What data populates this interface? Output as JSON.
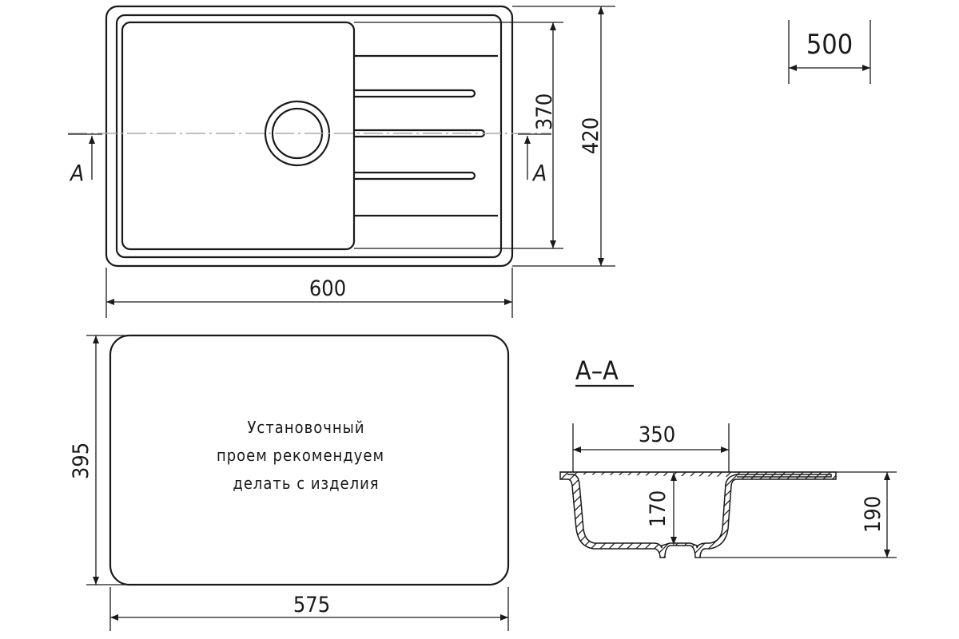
{
  "drawing": {
    "top_view": {
      "width_label": "600",
      "depth_label": "420",
      "bowl_depth_label": "370",
      "section_mark": "A"
    },
    "cutout_view": {
      "width_label": "575",
      "depth_label": "395",
      "note_lines": [
        "Установочный",
        "проем рекомендуем",
        "делать с изделия"
      ]
    },
    "section": {
      "title": "A–A",
      "bowl_width_label": "350",
      "bowl_depth_label": "170",
      "total_depth_label": "190"
    },
    "scale_reference": {
      "label": "500"
    }
  }
}
